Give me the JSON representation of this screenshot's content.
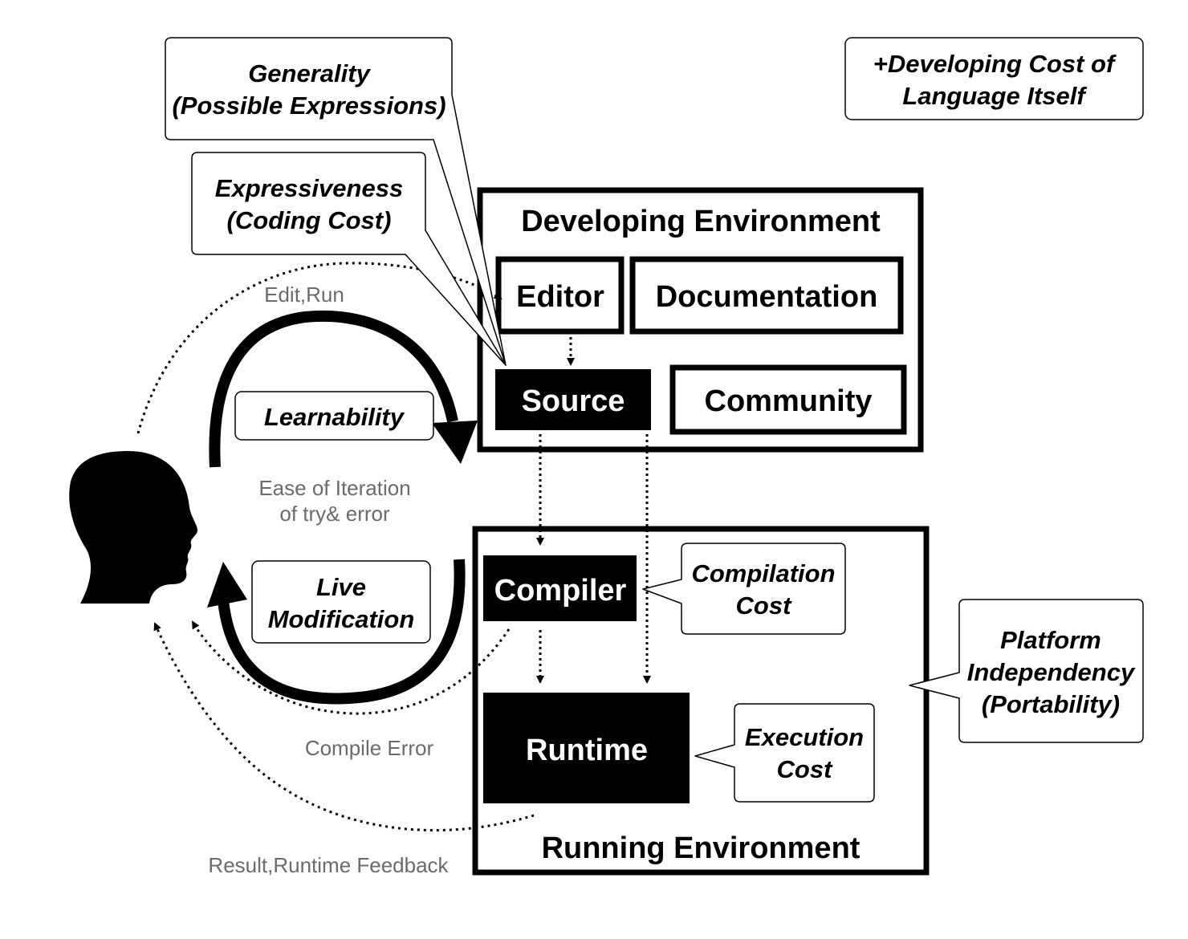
{
  "callouts": {
    "generality": [
      "Generality",
      "(Possible Expressions)"
    ],
    "expressiveness": [
      "Expressiveness",
      "(Coding Cost)"
    ],
    "developing_cost": [
      "+Developing Cost of",
      "Language Itself"
    ],
    "learnability": "Learnability",
    "live_modification": [
      "Live",
      "Modification"
    ],
    "compilation_cost": [
      "Compilation",
      "Cost"
    ],
    "execution_cost": [
      "Execution",
      "Cost"
    ],
    "platform_independency": [
      "Platform",
      "Independency",
      "(Portability)"
    ]
  },
  "developing_environment": {
    "title": "Developing Environment",
    "editor": "Editor",
    "documentation": "Documentation",
    "source": "Source",
    "community": "Community"
  },
  "running_environment": {
    "title": "Running Environment",
    "compiler": "Compiler",
    "runtime": "Runtime"
  },
  "flow_labels": {
    "edit_run": "Edit,Run",
    "ease_of_iteration": [
      "Ease of Iteration",
      "of try& error"
    ],
    "compile_error": "Compile Error",
    "result_feedback": "Result,Runtime Feedback"
  }
}
